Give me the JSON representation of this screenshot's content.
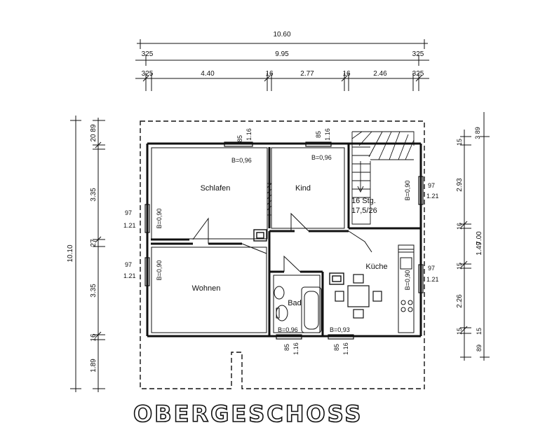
{
  "title": "OBERGESCHOSS",
  "dimensions": {
    "top_total": "10.60",
    "top_inner": "9.95",
    "top_end_left": "325",
    "top_end_right": "325",
    "top_seg_1": "4.40",
    "top_seg_2": "16",
    "top_seg_3": "2.77",
    "top_seg_4": "16",
    "top_seg_5": "2.46",
    "left_total": "10.10",
    "left_seg_1": "20 89",
    "left_seg_2": "3.35",
    "left_seg_3": "27",
    "left_seg_4": "3.35",
    "left_seg_5": "16",
    "left_seg_6": "1.89",
    "right_seg_1": "15",
    "right_seg_1b": "3 89",
    "right_seg_2": "2.93",
    "right_seg_3": "16",
    "right_seg_4": "1.49",
    "right_seg_5": "15",
    "right_seg_6": "2.26",
    "right_seg_7": "15",
    "right_seg_7b": "15",
    "right_seg_8": "89",
    "right_total": "7.00"
  },
  "rooms": {
    "schlafen": "Schlafen",
    "kind": "Kind",
    "wohnen": "Wohnen",
    "kueche": "Küche",
    "bad": "Bad",
    "stairs_1": "16 Stg.",
    "stairs_2": "17,5/26"
  },
  "windows": {
    "schlafen_top_b": "B=0,96",
    "schlafen_top_h1": "85",
    "schlafen_top_h2": "1.16",
    "kind_top_b": "B=0,96",
    "kind_top_h1": "85",
    "kind_top_h2": "1.16",
    "schlafen_left_1": "97",
    "schlafen_left_2": "1.21",
    "schlafen_left_b": "B=0,90",
    "wohnen_left_1": "97",
    "wohnen_left_2": "1.21",
    "wohnen_left_b": "B=0,90",
    "stair_right_1": "97",
    "stair_right_2": "1.21",
    "stair_right_b": "B=0,90",
    "kueche_right_1": "97",
    "kueche_right_2": "1.21",
    "kueche_right_b": "B=0,90",
    "bad_bottom_b": "B=0,96",
    "bad_bottom_h1": "85",
    "bad_bottom_h2": "1.16",
    "kueche_bottom_b": "B=0,93",
    "kueche_bottom_h1": "85",
    "kueche_bottom_h2": "1.16"
  }
}
